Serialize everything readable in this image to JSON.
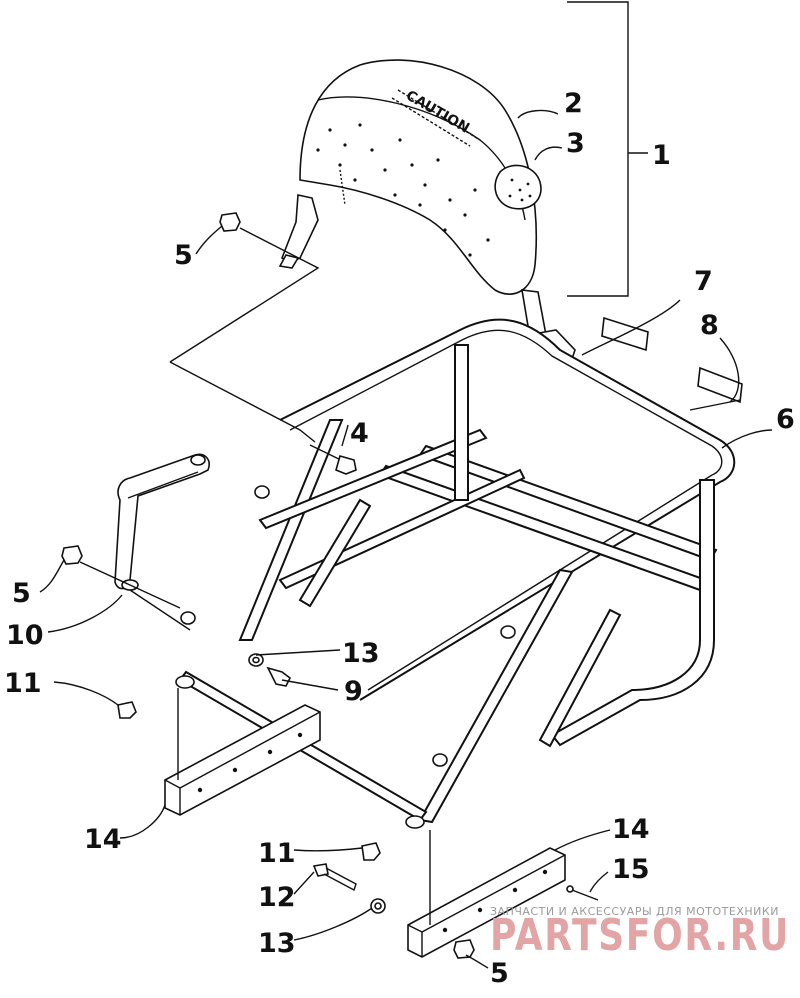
{
  "callouts": {
    "c1": "1",
    "c2": "2",
    "c3": "3",
    "c4": "4",
    "c5a": "5",
    "c5b": "5",
    "c5c": "5",
    "c6": "6",
    "c7": "7",
    "c8": "8",
    "c9": "9",
    "c10": "10",
    "c11a": "11",
    "c11b": "11",
    "c12": "12",
    "c13a": "13",
    "c13b": "13",
    "c14a": "14",
    "c14b": "14",
    "c15": "15"
  },
  "backrest_label": "CAUTION",
  "watermark": {
    "tagline": "ЗАПЧАСТИ И АКСЕССУАРЫ ДЛЯ МОТОТЕХНИКИ",
    "brand": "PARTSFOR.RU"
  }
}
